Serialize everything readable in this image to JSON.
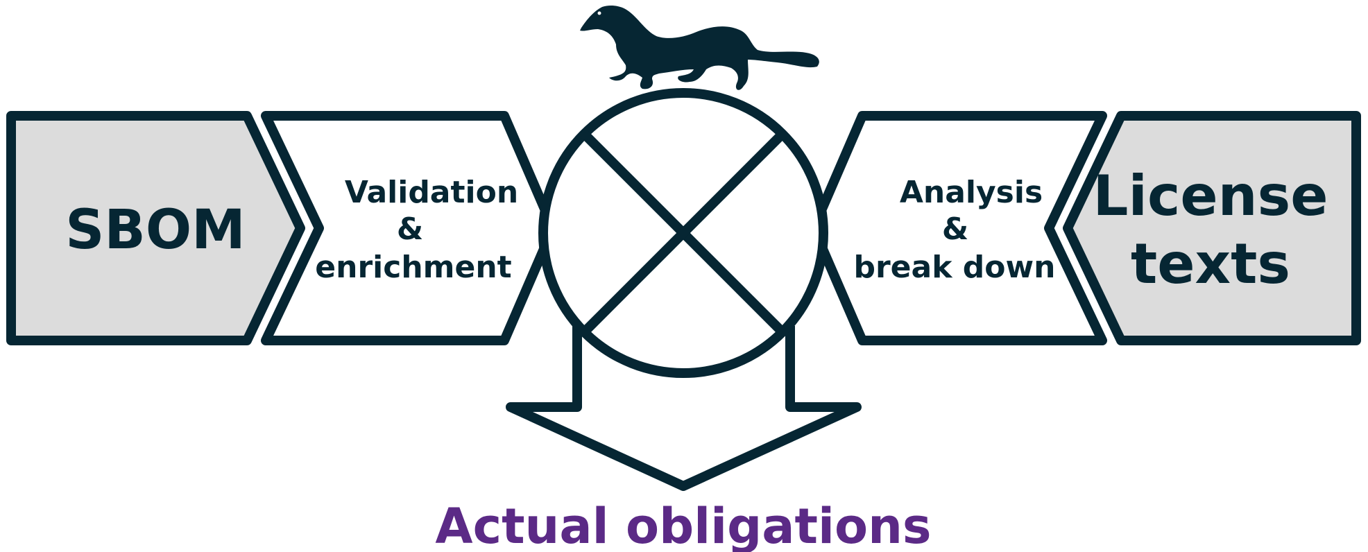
{
  "diagram": {
    "sbom": "SBOM",
    "validation": {
      "line1": "Validation",
      "line2": "&",
      "line3": "enrichment"
    },
    "analysis": {
      "line1": "Analysis",
      "line2": "&",
      "line3": "break down"
    },
    "license": {
      "line1": "License",
      "line2": "texts"
    },
    "result": "Actual obligations"
  },
  "colors": {
    "outline": "#062633",
    "input_fill": "#dcdcdc",
    "process_fill": "#ffffff",
    "result_text": "#5b2a86"
  },
  "icons": {
    "mascot": "ferret-icon",
    "merge": "circled-x-merge-icon"
  }
}
